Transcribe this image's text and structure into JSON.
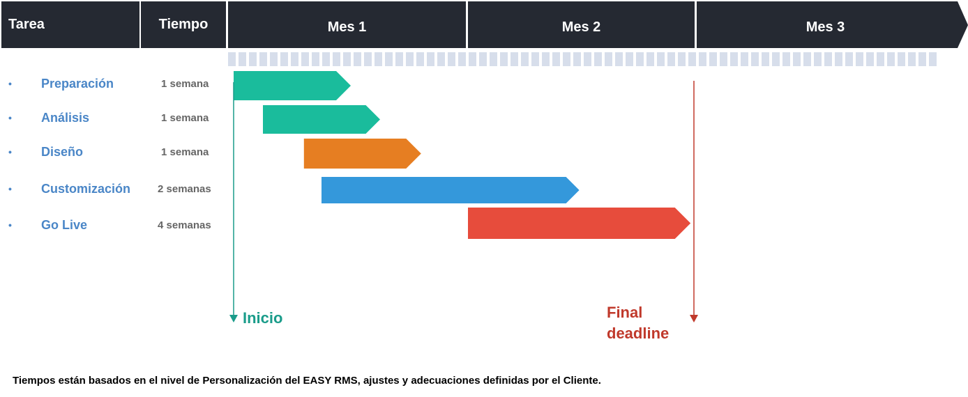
{
  "header": {
    "task_col": "Tarea",
    "time_col": "Tiempo",
    "months": [
      "Mes 1",
      "Mes 2",
      "Mes 3"
    ]
  },
  "bullet": "•",
  "colors": {
    "header_bg": "#252932",
    "task_text": "#4a86c7",
    "time_text": "#666666",
    "inicio": "#1a9c8a",
    "deadline": "#c0392b",
    "week_tick": "#d7deeb"
  },
  "chart_data": {
    "type": "bar",
    "orientation": "horizontal",
    "x_unit": "week",
    "xlim": [
      0,
      13
    ],
    "categories": [
      "Preparación",
      "Análisis",
      "Diseño",
      "Customización",
      "Go Live"
    ],
    "durations": [
      "1 semana",
      "1 semana",
      "1 semana",
      "2 semanas",
      "4 semanas"
    ],
    "tasks": [
      {
        "name": "Preparación",
        "duration": "1 semana",
        "start": 0.0,
        "end": 1.0,
        "color": "#1abc9c"
      },
      {
        "name": "Análisis",
        "duration": "1 semana",
        "start": 0.25,
        "end": 1.25,
        "color": "#1abc9c"
      },
      {
        "name": "Diseño",
        "duration": "1 semana",
        "start": 0.6,
        "end": 1.6,
        "color": "#e67e22"
      },
      {
        "name": "Customización",
        "duration": "2 semanas",
        "start": 0.75,
        "end": 2.95,
        "color": "#3498db"
      },
      {
        "name": "Go Live",
        "duration": "4 semanas",
        "start": 2.0,
        "end": 3.9,
        "color": "#e74c3c"
      }
    ],
    "month_labels": [
      "Mes 1",
      "Mes 2",
      "Mes 3"
    ],
    "markers": [
      {
        "label": "Inicio",
        "at": 0.0
      },
      {
        "label": "Final deadline",
        "at": 3.9
      }
    ]
  },
  "markers": {
    "inicio": "Inicio",
    "final": "Final deadline"
  },
  "footnote": "Tiempos están basados en el nivel de Personalización del EASY RMS, ajustes y adecuaciones definidas por el Cliente."
}
